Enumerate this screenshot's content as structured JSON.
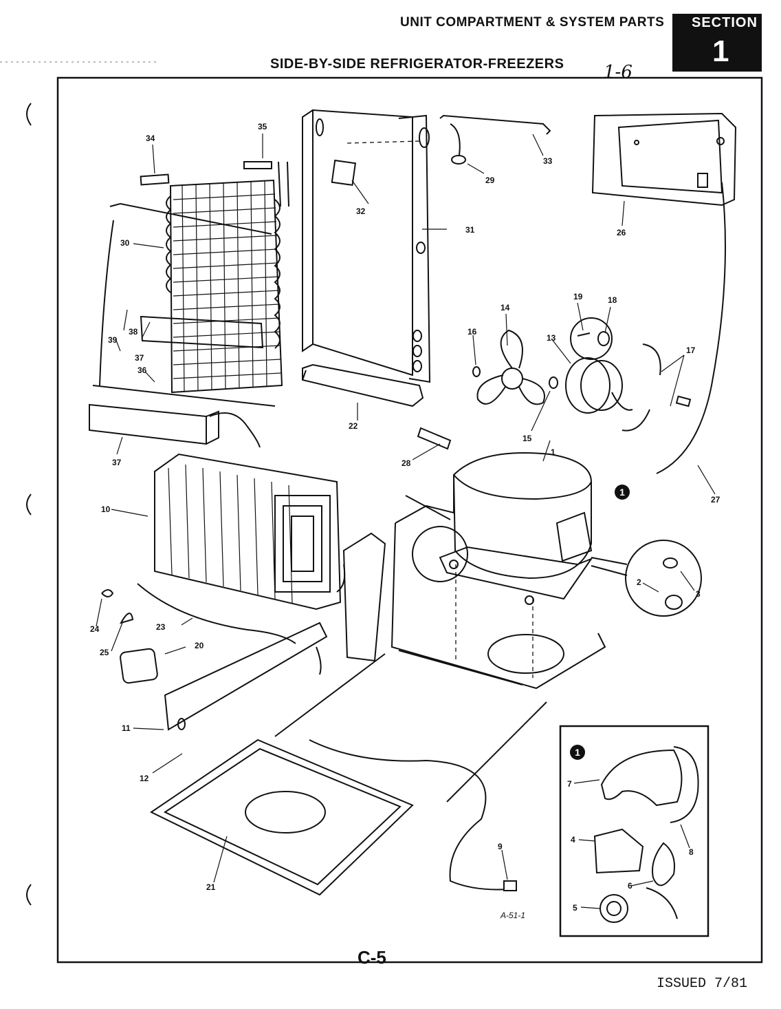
{
  "header": {
    "title": "UNIT COMPARTMENT & SYSTEM PARTS",
    "subtitle": "SIDE-BY-SIDE REFRIGERATOR-FREEZERS",
    "section_label": "SECTION",
    "section_number": "1",
    "handwritten_note": "1-6"
  },
  "diagram": {
    "part_labels": [
      "1",
      "2",
      "3",
      "4",
      "5",
      "6",
      "7",
      "8",
      "9",
      "10",
      "11",
      "12",
      "13",
      "14",
      "15",
      "16",
      "17",
      "18",
      "19",
      "20",
      "21",
      "22",
      "23",
      "24",
      "25",
      "26",
      "27",
      "28",
      "29",
      "30",
      "31",
      "32",
      "33",
      "34",
      "35",
      "36",
      "37",
      "37",
      "38",
      "39"
    ],
    "callout_marker": "1",
    "drawing_code": "A-51-1"
  },
  "footer": {
    "page_code": "C-5",
    "issued": "ISSUED 7/81"
  }
}
